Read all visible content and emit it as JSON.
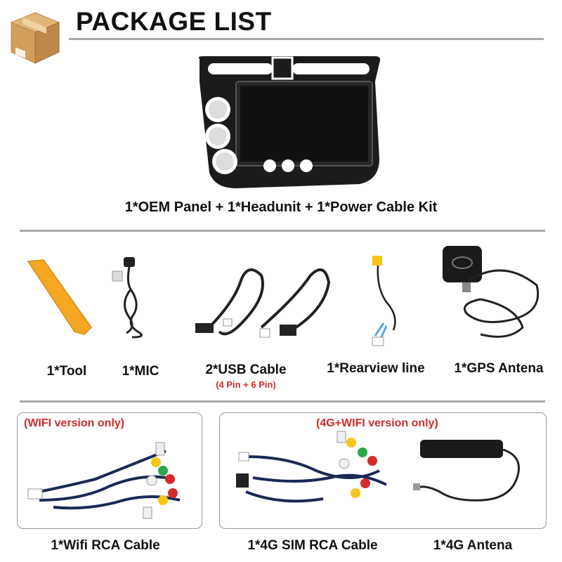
{
  "header": {
    "title": "PACKAGE LIST",
    "icon": "package-box-icon"
  },
  "main_item": {
    "label": "1*OEM Panel + 1*Headunit + 1*Power Cable Kit",
    "image": "oem-panel-headunit-image"
  },
  "accessories": [
    {
      "label": "1*Tool",
      "image": "pry-tool-image"
    },
    {
      "label": "1*MIC",
      "image": "microphone-image"
    },
    {
      "label": "2*USB Cable",
      "note": "(4 Pin + 6 Pin)",
      "image": "usb-cable-image"
    },
    {
      "label": "1*Rearview line",
      "image": "rearview-cable-image"
    },
    {
      "label": "1*GPS Antena",
      "image": "gps-antenna-image"
    }
  ],
  "wifi_box": {
    "tag": "(WIFI version only)",
    "items": [
      {
        "label": "1*Wifi RCA Cable",
        "image": "wifi-rca-cable-image"
      }
    ]
  },
  "g4_box": {
    "tag": "(4G+WIFI version only)",
    "items": [
      {
        "label": "1*4G SIM RCA Cable",
        "image": "sim-rca-cable-image"
      },
      {
        "label": "1*4G Antena",
        "image": "4g-antenna-image"
      }
    ]
  },
  "colors": {
    "accent_red": "#d12b2b",
    "divider": "#a9a9a9",
    "tool_orange": "#f5a623"
  }
}
